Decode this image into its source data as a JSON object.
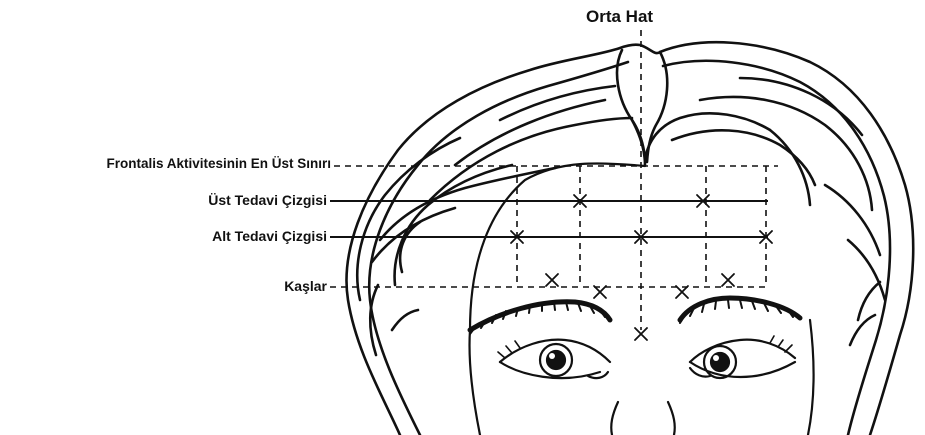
{
  "labels": {
    "midline": "Orta Hat",
    "frontalis_limit": "Frontalis Aktivitesinin En Üst Sınırı",
    "upper_treatment_line": "Üst Tedavi Çizgisi",
    "lower_treatment_line": "Alt Tedavi Çizgisi",
    "eyebrows": "Kaşlar"
  },
  "colors": {
    "ink": "#111111",
    "background": "#ffffff"
  }
}
